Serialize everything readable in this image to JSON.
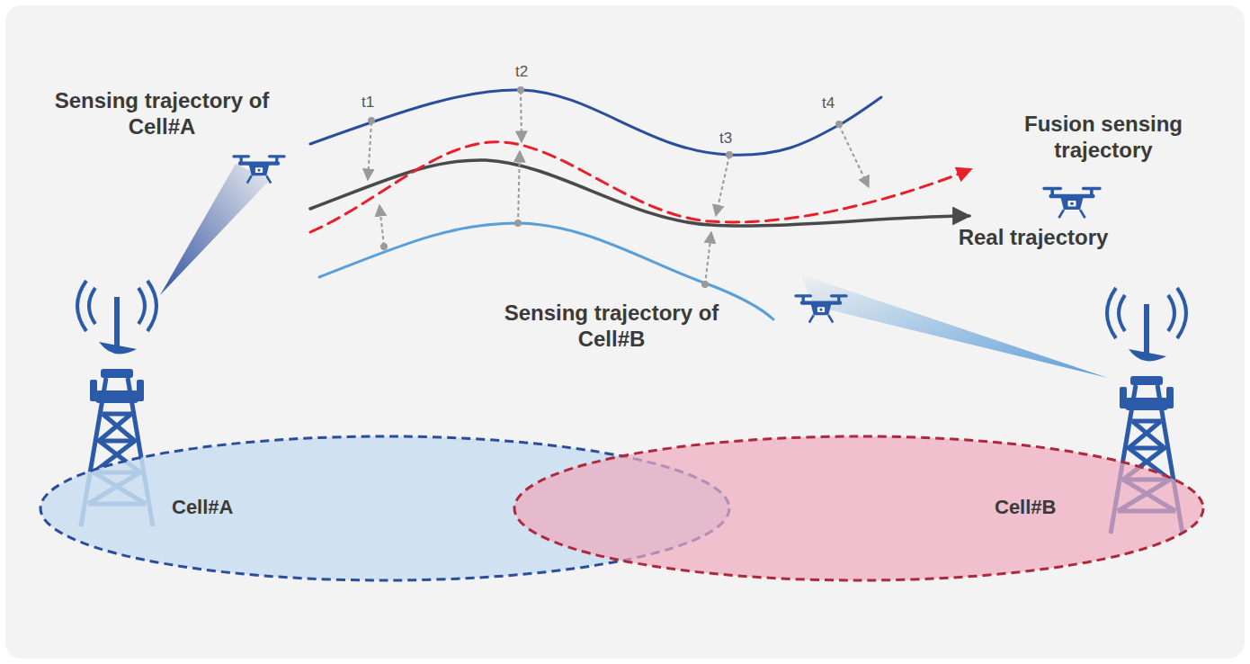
{
  "diagram": {
    "nodes": [
      {
        "text": [
          "Cell#A"
        ]
      },
      {
        "text": [
          "Cell#B"
        ]
      }
    ],
    "labels": [
      "Sensing trajectory of Cell#A",
      "t1",
      "t2",
      "t3",
      "t4",
      "Fusion sensing trajectory",
      "Real trajectory",
      "Sensing trajectory of Cell#B"
    ]
  }
}
